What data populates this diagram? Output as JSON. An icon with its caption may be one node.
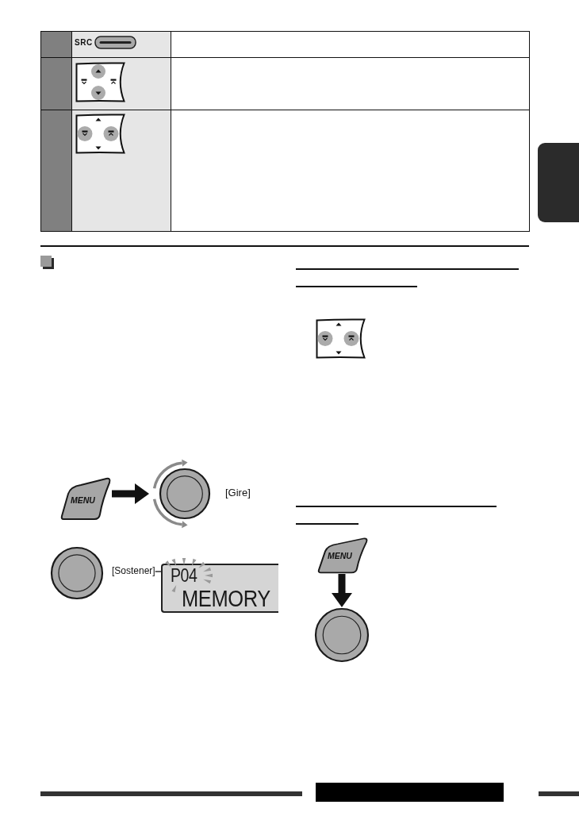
{
  "diagram": {
    "nodes": [
      {
        "text": [],
        "shape": "box"
      },
      {
        "text": [
          "MENU"
        ]
      },
      {
        "text": [],
        "shape": "circle",
        "beside": [
          "[Gire]"
        ]
      },
      {
        "text": [],
        "shape": "circle"
      },
      {
        "text": [
          "[Sostener]"
        ]
      },
      {
        "text": [
          "P04",
          "MEMORY"
        ]
      },
      {
        "text": [
          "MENU"
        ]
      },
      {
        "text": [],
        "shape": "circle"
      }
    ],
    "edges": [
      {
        "from": 1,
        "to": 2,
        "arrow": "to"
      },
      {
        "from": 4,
        "to": 5,
        "arrow": "none"
      },
      {
        "from": 6,
        "to": 7,
        "arrow": "to"
      }
    ],
    "labels": [
      "SRC"
    ]
  }
}
